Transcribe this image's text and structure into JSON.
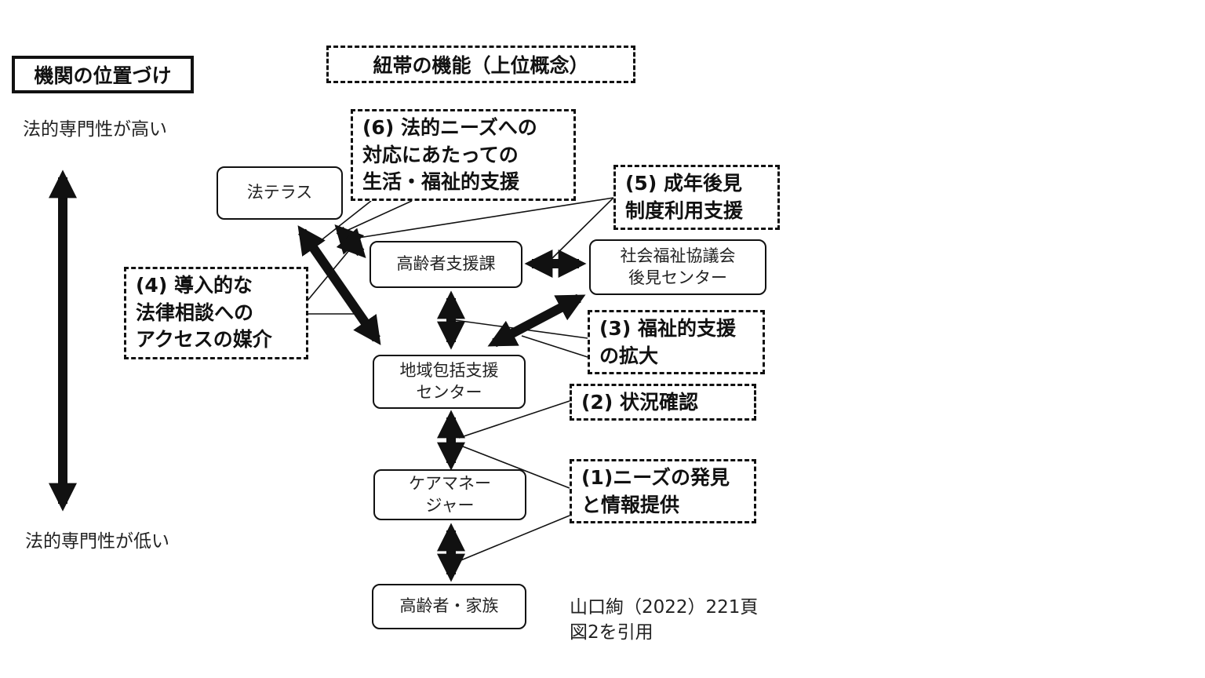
{
  "header": {
    "position_title": "機関の位置づけ",
    "function_title": "紐帯の機能（上位概念）"
  },
  "axis": {
    "high_label": "法的専門性が高い",
    "low_label": "法的専門性が低い"
  },
  "nodes": {
    "houterasu": [
      "法テラス"
    ],
    "elderly_support_division": [
      "高齢者支援課"
    ],
    "social_welfare_council": [
      "社会福祉協議会",
      "後見センター"
    ],
    "community_support_center": [
      "地域包括支援",
      "センター"
    ],
    "care_manager": [
      "ケアマネー",
      "ジャー"
    ],
    "elderly_family": [
      "高齢者・家族"
    ]
  },
  "functions": {
    "f6": [
      "(6) 法的ニーズへの",
      "対応にあたっての",
      "生活・福祉的支援"
    ],
    "f5": [
      "(5) 成年後見",
      "制度利用支援"
    ],
    "f4": [
      "(4) 導入的な",
      "法律相談への",
      "アクセスの媒介"
    ],
    "f3": [
      "(3) 福祉的支援",
      "の拡大"
    ],
    "f2": [
      "(2) 状況確認"
    ],
    "f1": [
      "(1)ニーズの発見",
      "と情報提供"
    ]
  },
  "citation": [
    "山口絢（2022）221頁",
    "図2を引用"
  ],
  "colors": {
    "line": "#111111",
    "background": "#ffffff"
  }
}
